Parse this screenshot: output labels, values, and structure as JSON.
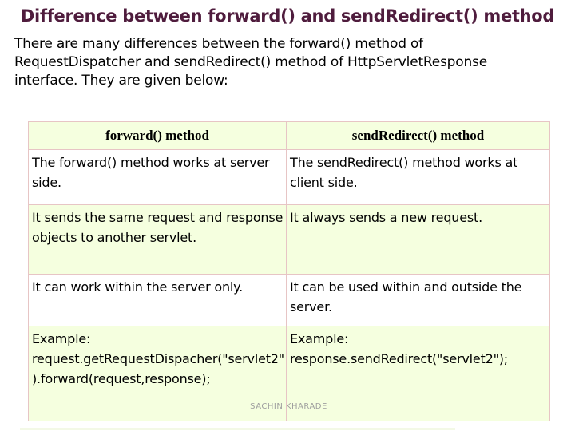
{
  "slide": {
    "title": "Difference between forward() and sendRedirect() method",
    "intro": "There are many differences between the forward() method of RequestDispatcher and sendRedirect() method of HttpServletResponse interface. They are given below:",
    "watermark": "SACHIN KHARADE"
  },
  "table": {
    "headers": [
      "forward() method",
      "sendRedirect() method"
    ],
    "rows": [
      [
        "The forward() method works at server side.",
        "The sendRedirect() method works at client side."
      ],
      [
        "It sends the same request and response objects to another servlet.",
        "It always sends a new request."
      ],
      [
        "It can work within the server only.",
        "It can be used within and outside the server."
      ],
      [
        "Example:\nrequest.getRequestDispacher(\"servlet2\").forward(request,response);",
        "Example:\nresponse.sendRedirect(\"servlet2\");"
      ]
    ]
  },
  "colors": {
    "title_text": "#4f1c3d",
    "row_tint": "#f5ffdf",
    "table_border": "#e7c5c5",
    "watermark_text": "#9e9e9e",
    "body_text": "#000000",
    "background": "#ffffff"
  }
}
